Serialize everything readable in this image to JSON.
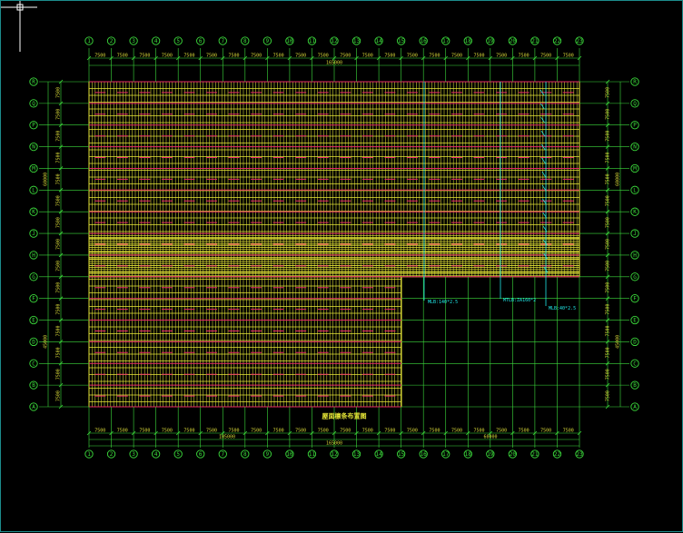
{
  "drawing": {
    "title": "屋面檩条布置图",
    "colors": {
      "background": "#000000",
      "frame": "#1c8c8c",
      "axis_bubble": "#3cdc3c",
      "dimension": "#3cdc3c",
      "dimension_text": "#d8d838",
      "purlin": "#e8e838",
      "rafter": "#e82a6a",
      "note": "#20e8e8",
      "title": "#e8e838",
      "cursor": "#ffffff"
    },
    "column_axes": [
      "1",
      "2",
      "3",
      "4",
      "5",
      "6",
      "7",
      "8",
      "9",
      "10",
      "11",
      "12",
      "13",
      "14",
      "15",
      "16",
      "17",
      "18",
      "19",
      "20",
      "21",
      "22",
      "23"
    ],
    "row_axes": [
      "R",
      "Q",
      "P",
      "N",
      "M",
      "L",
      "K",
      "J",
      "H",
      "G",
      "F",
      "E",
      "D",
      "C",
      "B",
      "A"
    ],
    "bay_dimension_top": [
      "7500",
      "7500",
      "7500",
      "7500",
      "7500",
      "7500",
      "7500",
      "7500",
      "7500",
      "7500",
      "7500",
      "7500",
      "7500",
      "7500",
      "7500",
      "7500",
      "7500",
      "7500",
      "7500",
      "7500",
      "7500",
      "7500"
    ],
    "bay_dimension_bottom": [
      "7500",
      "7500",
      "7500",
      "7500",
      "7500",
      "7500",
      "7500",
      "7500",
      "7500",
      "7500",
      "7500",
      "7500",
      "7500",
      "7500",
      "7500",
      "7500",
      "7500",
      "7500",
      "7500",
      "7500",
      "7500",
      "7500"
    ],
    "overall_dimension_top": "165000",
    "overall_dimension_bottom_left": "105000",
    "overall_dimension_bottom_right": "60000",
    "overall_dimension_bottom": "165000",
    "row_dimension_left": [
      "7500",
      "7500",
      "7500",
      "7500",
      "7500",
      "7500",
      "7500",
      "7500",
      "7500",
      "7500",
      "7500",
      "7500",
      "7500",
      "7500",
      "7500"
    ],
    "row_dimension_right": [
      "7500",
      "7500",
      "7500",
      "7500",
      "7500",
      "7500",
      "7500",
      "7500",
      "7500",
      "7500",
      "7500",
      "7500",
      "7500",
      "7500",
      "7500"
    ],
    "overall_dimension_left_upper": "60000",
    "overall_dimension_left_lower": "45000",
    "overall_dimension_right_upper": "60000",
    "overall_dimension_right_lower": "45000",
    "notes": [
      "MLB:140*2.5",
      "MTLB:ZA160*2",
      "MLB:40*2.5"
    ]
  }
}
